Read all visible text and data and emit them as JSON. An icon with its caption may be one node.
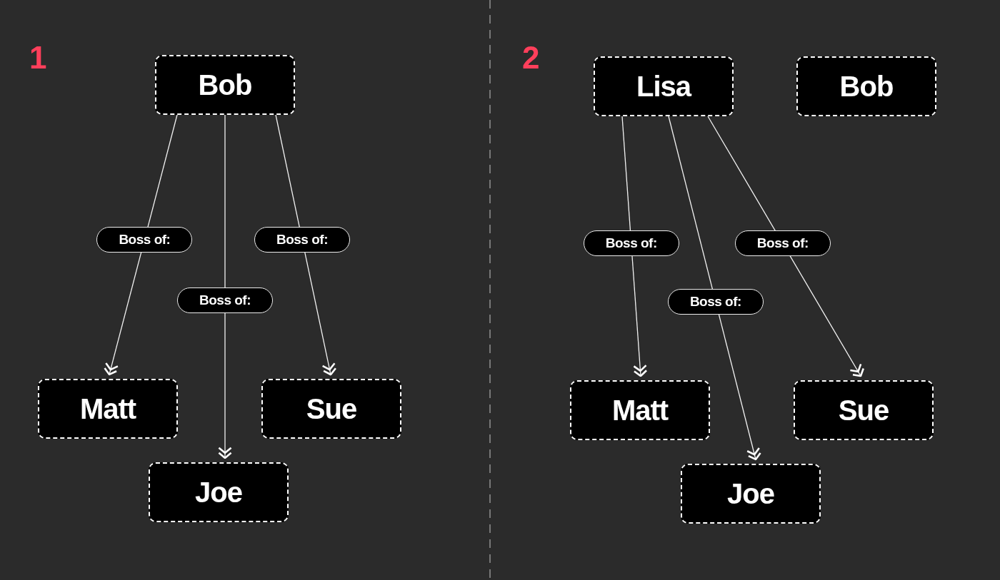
{
  "diagram": {
    "nodes": [
      {
        "text": [
          "Bob"
        ]
      },
      {
        "text": [
          "Matt"
        ]
      },
      {
        "text": [
          "Joe"
        ]
      },
      {
        "text": [
          "Sue"
        ]
      },
      {
        "text": [
          "Lisa"
        ]
      },
      {
        "text": [
          "Bob"
        ]
      },
      {
        "text": [
          "Matt"
        ]
      },
      {
        "text": [
          "Joe"
        ]
      },
      {
        "text": [
          "Sue"
        ]
      }
    ],
    "edges": [
      {
        "from": 0,
        "to": 1,
        "arrow": "to",
        "label": "Boss of:"
      },
      {
        "from": 0,
        "to": 2,
        "arrow": "to",
        "label": "Boss of:"
      },
      {
        "from": 0,
        "to": 3,
        "arrow": "to",
        "label": "Boss of:"
      },
      {
        "from": 4,
        "to": 6,
        "arrow": "to",
        "label": "Boss of:"
      },
      {
        "from": 4,
        "to": 7,
        "arrow": "to",
        "label": "Boss of:"
      },
      {
        "from": 4,
        "to": 8,
        "arrow": "to",
        "label": "Boss of:"
      }
    ],
    "labels": [
      "1",
      "2"
    ]
  }
}
